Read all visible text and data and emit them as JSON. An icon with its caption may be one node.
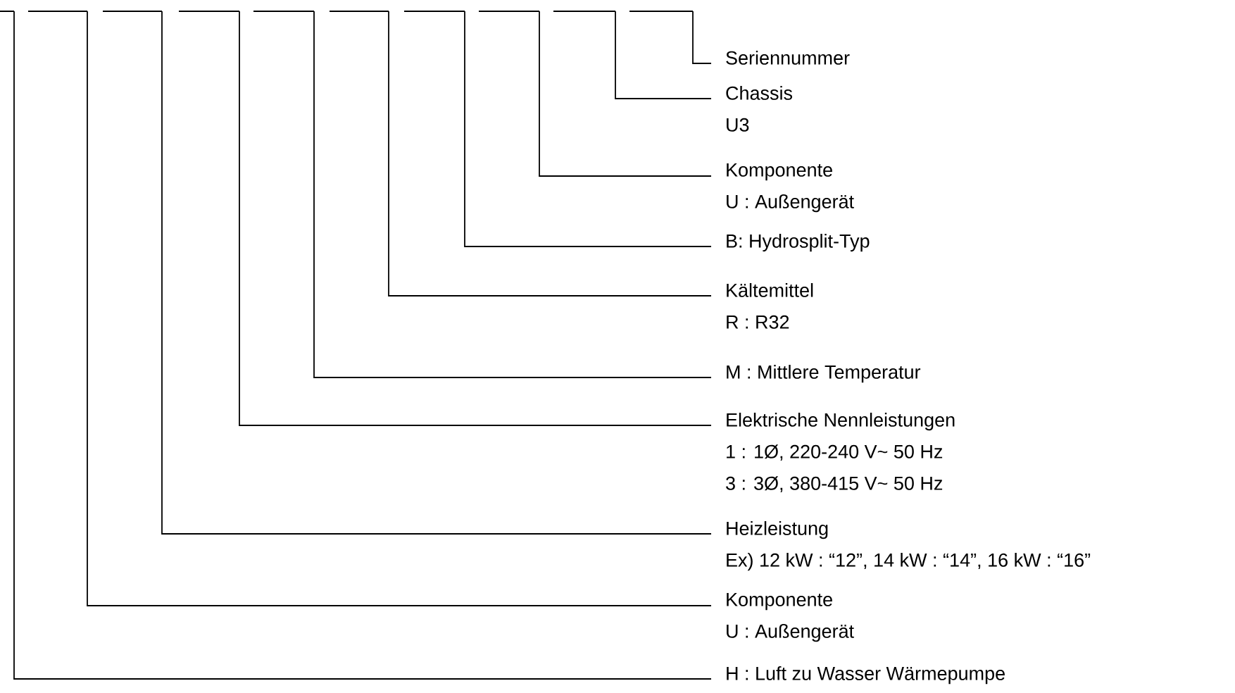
{
  "diagram": {
    "nodes": [
      {
        "text": [],
        "shape": "bar"
      },
      {
        "text": [],
        "shape": "bar"
      },
      {
        "text": [],
        "shape": "bar"
      },
      {
        "text": [],
        "shape": "bar"
      },
      {
        "text": [],
        "shape": "bar"
      },
      {
        "text": [],
        "shape": "bar"
      },
      {
        "text": [],
        "shape": "bar"
      },
      {
        "text": [],
        "shape": "bar"
      },
      {
        "text": [],
        "shape": "bar"
      },
      {
        "text": [],
        "shape": "bar"
      },
      {
        "text": [
          "Seriennummer"
        ]
      },
      {
        "text": [
          "Chassis",
          "U3"
        ]
      },
      {
        "text": [
          "Komponente",
          "U : Außengerät"
        ]
      },
      {
        "text": [
          "B: Hydrosplit-Typ"
        ]
      },
      {
        "text": [
          "Kältemittel",
          "R : R32"
        ]
      },
      {
        "text": [
          "M : Mittlere Temperatur"
        ]
      },
      {
        "text": [
          "Elektrische Nennleistungen",
          "1 : 1Ø, 220-240 V~ 50 Hz",
          "3 : 3Ø, 380-415 V~ 50 Hz"
        ]
      },
      {
        "text": [
          "Heizleistung",
          "Ex) 12 kW : “12”, 14 kW : “14”, 16 kW : “16”"
        ]
      },
      {
        "text": [
          "Komponente",
          "U : Außengerät"
        ]
      },
      {
        "text": [
          "H : Luft zu Wasser Wärmepumpe"
        ]
      }
    ],
    "edges": [
      {
        "from": 0,
        "to": 19,
        "arrow": "none"
      },
      {
        "from": 1,
        "to": 18,
        "arrow": "none"
      },
      {
        "from": 2,
        "to": 17,
        "arrow": "none"
      },
      {
        "from": 3,
        "to": 16,
        "arrow": "none"
      },
      {
        "from": 4,
        "to": 15,
        "arrow": "none"
      },
      {
        "from": 5,
        "to": 14,
        "arrow": "none"
      },
      {
        "from": 6,
        "to": 13,
        "arrow": "none"
      },
      {
        "from": 7,
        "to": 12,
        "arrow": "none"
      },
      {
        "from": 8,
        "to": 11,
        "arrow": "none"
      },
      {
        "from": 9,
        "to": 10,
        "arrow": "none"
      }
    ]
  }
}
